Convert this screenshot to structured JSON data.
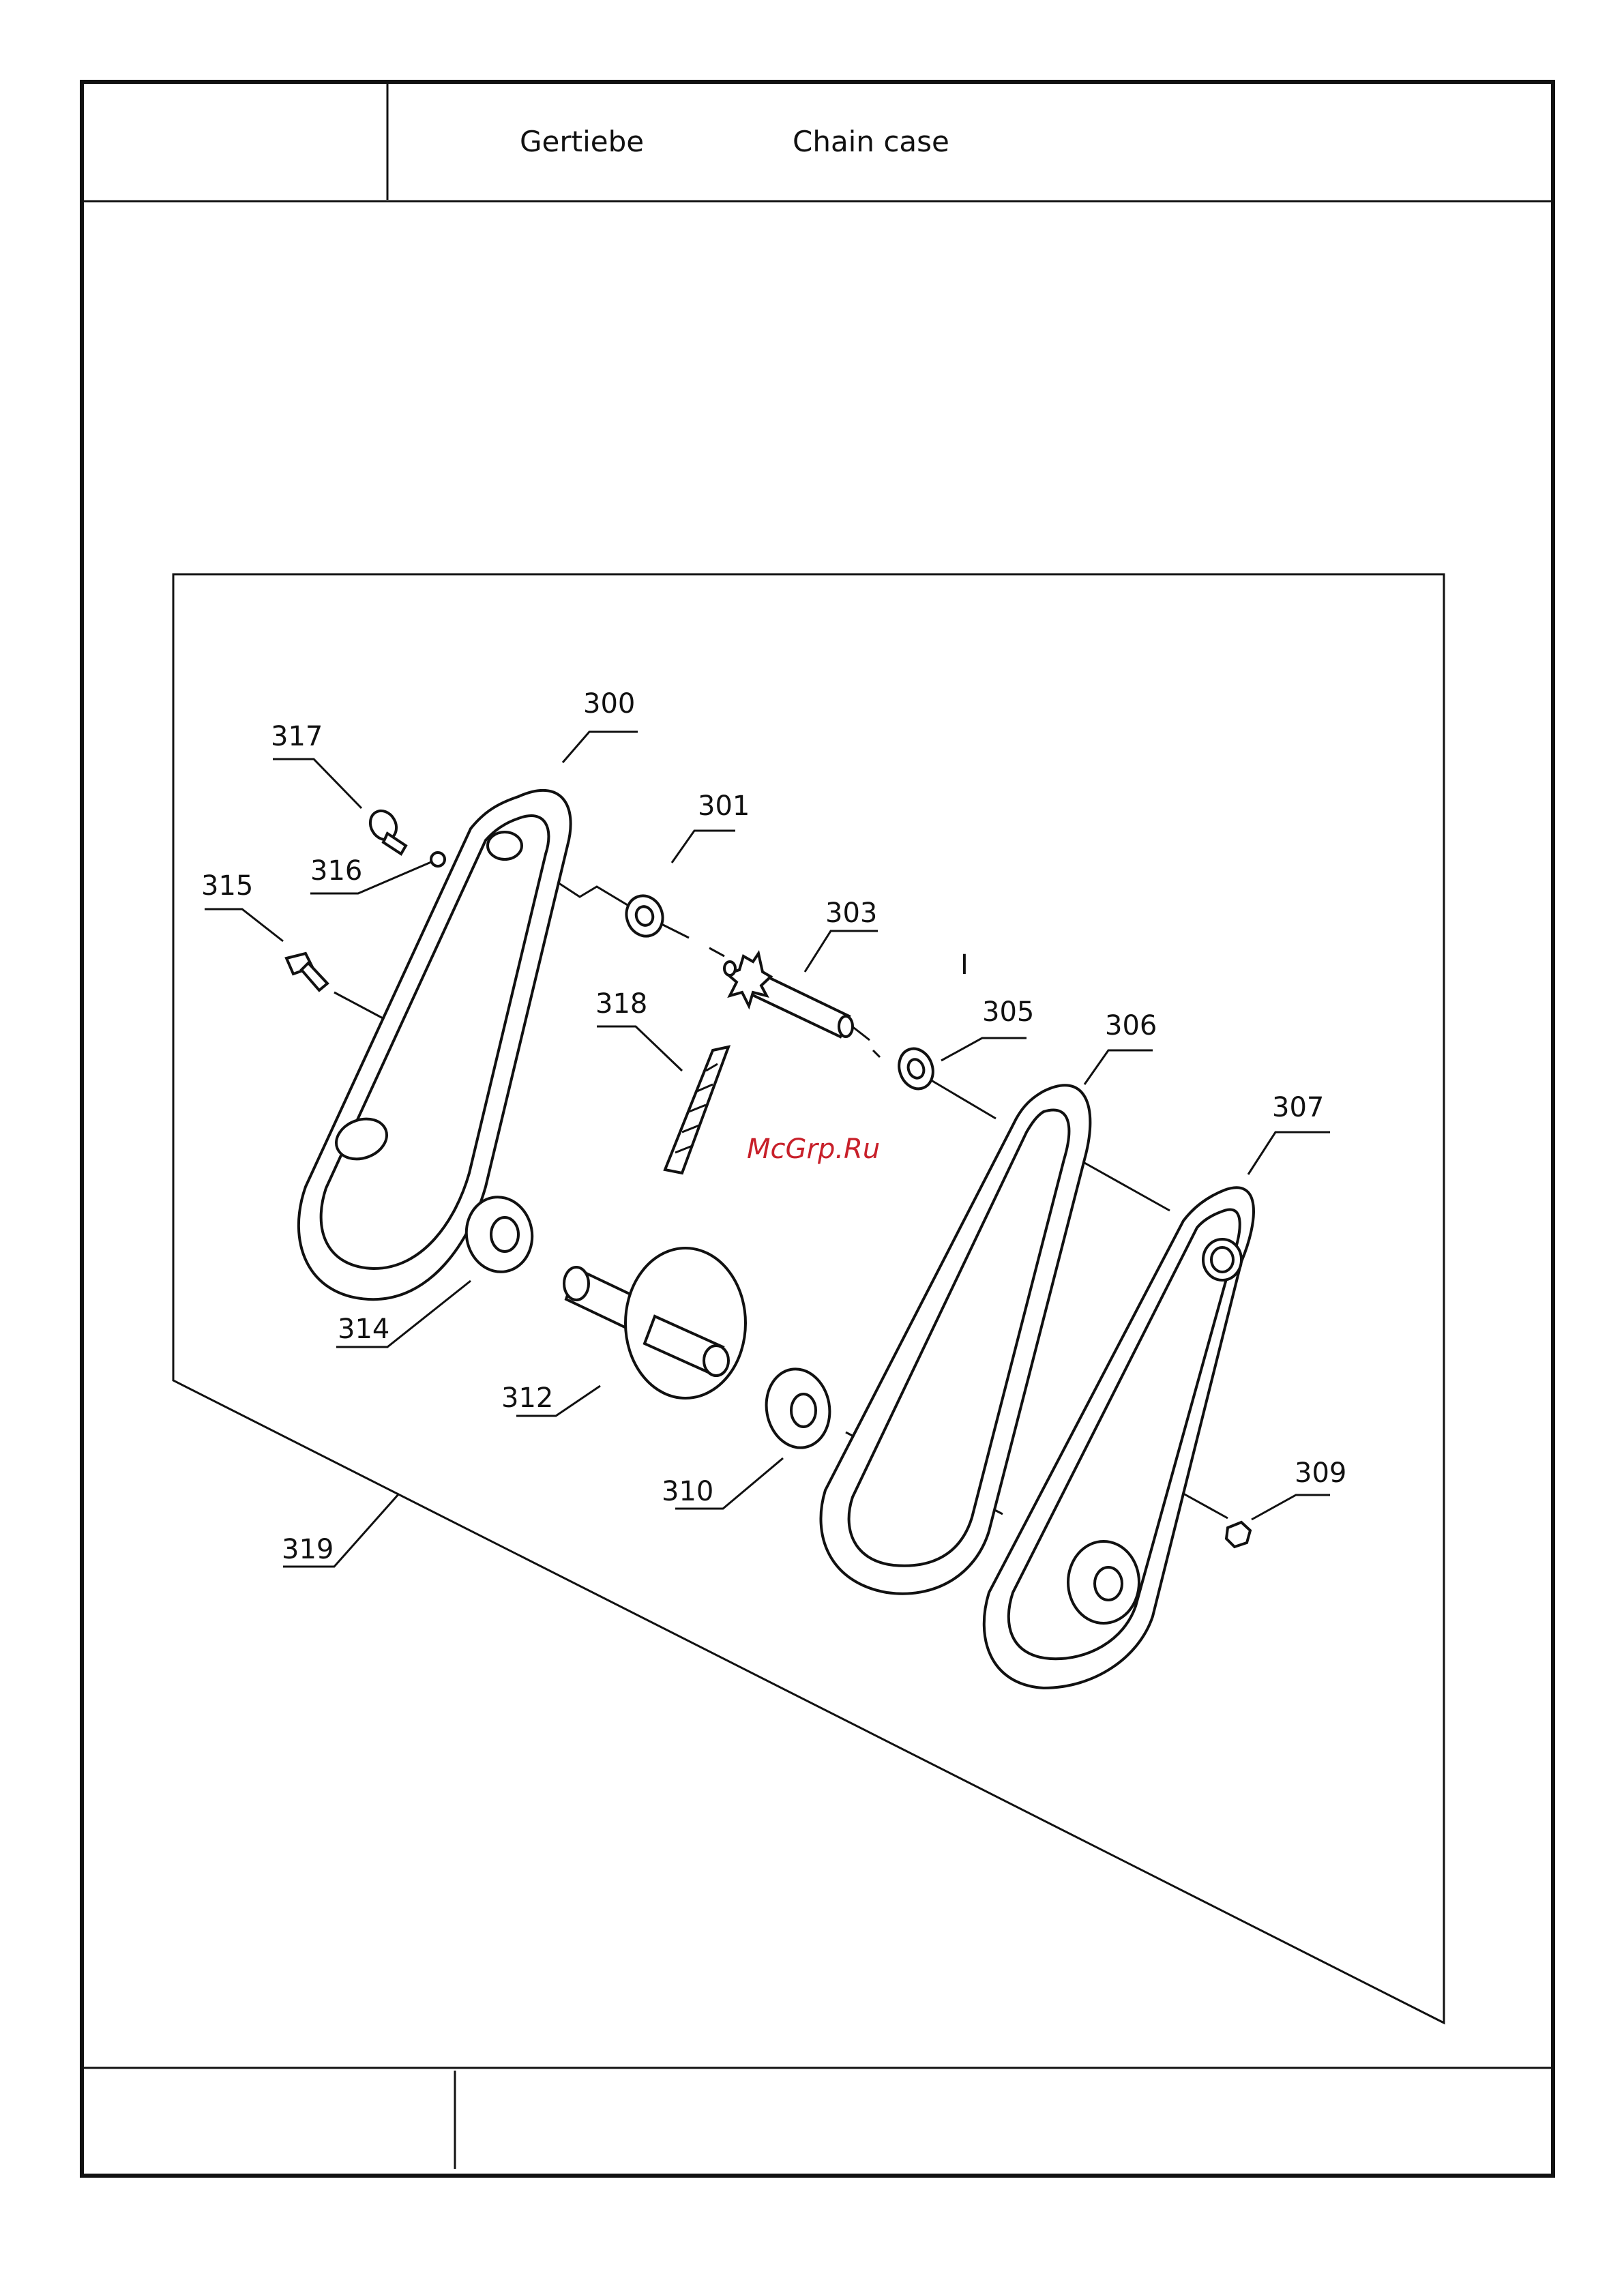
{
  "header": {
    "title_de": "Gertiebe",
    "title_en": "Chain case"
  },
  "watermark": "McGrp.Ru",
  "stray_mark": "I",
  "callouts": {
    "c300": "300",
    "c301": "301",
    "c303": "303",
    "c305": "305",
    "c306": "306",
    "c307": "307",
    "c309": "309",
    "c310": "310",
    "c312": "312",
    "c314": "314",
    "c315": "315",
    "c316": "316",
    "c317": "317",
    "c318": "318",
    "c319": "319"
  }
}
